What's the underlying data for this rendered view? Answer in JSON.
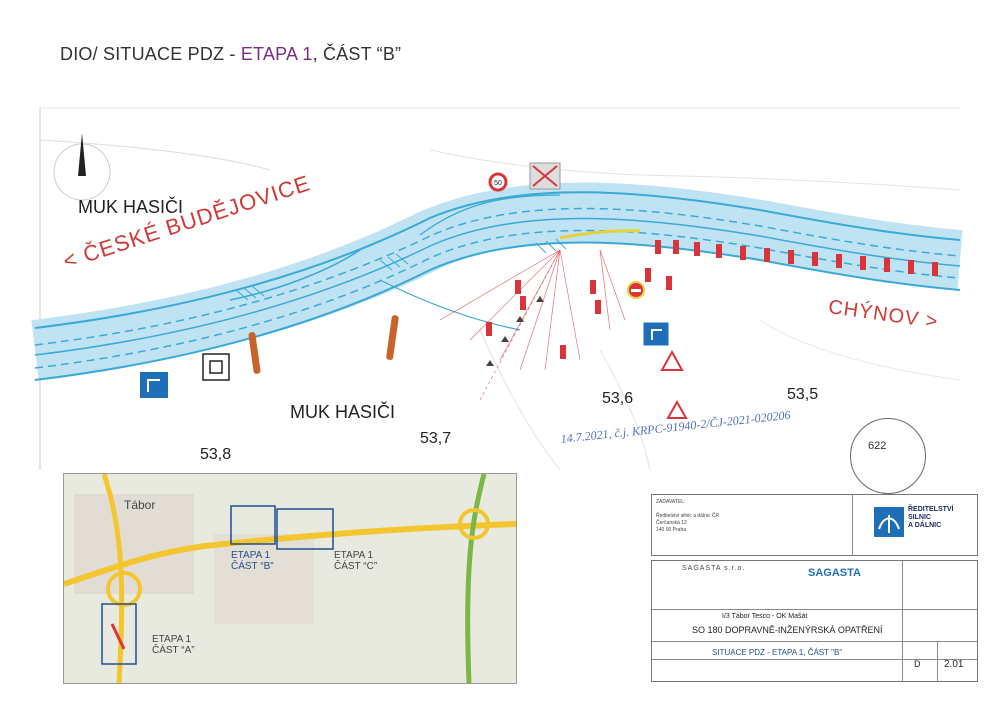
{
  "title": {
    "prefix": "DIO/ SITUACE PDZ - ",
    "etapa": "ETAPA 1",
    "suffix": ",    ČÁST “B”"
  },
  "labels": {
    "muk_hasici_top": "MUK HASIČI",
    "muk_hasici_bottom": "MUK HASIČI",
    "ceske_budejovice": "< ČESKÉ BUDĚJOVICE",
    "chynov": "CHÝNOV >"
  },
  "kilometrage": {
    "km_53_8": "53,8",
    "km_53_7": "53,7",
    "km_53_6": "53,6",
    "km_53_5": "53,5"
  },
  "handwritten_note": "14.7.2021, č.j. KRPC-91940-2/ČJ-2021-020206",
  "stamp": {
    "number": "622"
  },
  "minimap": {
    "city": "Tábor",
    "part_b": [
      "ETAPA 1",
      "ČÁST “B”"
    ],
    "part_c": [
      "ETAPA 1",
      "ČÁST “C”"
    ],
    "part_a": [
      "ETAPA 1",
      "ČÁST “A”"
    ]
  },
  "title_block": {
    "investor_label": "ZADAVATEL:",
    "investor_lines": [
      "Ředitelství silnic a dálnic ČR",
      "Čerčanská 12",
      "140 00 Praha"
    ],
    "authority": [
      "ŘEDITELSTVÍ",
      "SILNIC",
      "A DÁLNIC"
    ],
    "company": "SAGASTA s.r.o.",
    "company_logo": "SAGASTA",
    "project": "I/3 Tábor Tesco - OK Mašát",
    "object": "SO 180 DOPRAVNĚ-INŽENÝRSKÁ OPATŘENÍ",
    "drawing_name": "SITUACE PDZ - ETAPA 1, ČÁST \"B\"",
    "letter": "D",
    "number": "2.01"
  },
  "colors": {
    "road_blue": "#3aa9d6",
    "title_purple": "#7a2d86",
    "red_text": "#d03a36",
    "sign_red": "#d8343a",
    "sign_blue": "#1f6fb8",
    "barrier_orange": "#c9632a"
  }
}
